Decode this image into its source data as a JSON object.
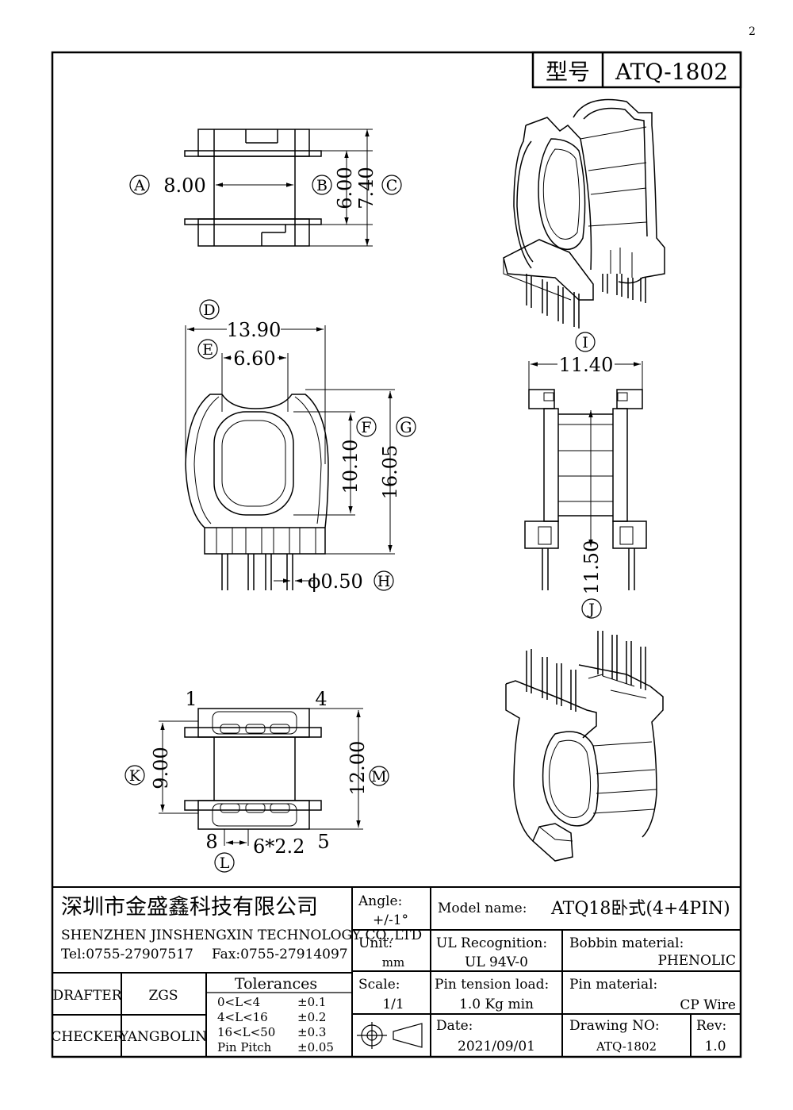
{
  "corner_mark": "2",
  "model_box": {
    "label": "型号",
    "value": "ATQ-1802"
  },
  "dimensions": {
    "A": {
      "letter": "A",
      "value": "8.00"
    },
    "B": {
      "letter": "B",
      "value": "6.00"
    },
    "C": {
      "letter": "C",
      "value": "7.40"
    },
    "D": {
      "letter": "D",
      "value": "13.90"
    },
    "E": {
      "letter": "E",
      "value": "6.60"
    },
    "F": {
      "letter": "F",
      "value": "10.10"
    },
    "G": {
      "letter": "G",
      "value": "16.05"
    },
    "H": {
      "letter": "H",
      "value": "ϕ0.50"
    },
    "I": {
      "letter": "I",
      "value": "11.40"
    },
    "J": {
      "letter": "J",
      "value": "11.50"
    },
    "K": {
      "letter": "K",
      "value": "9.00"
    },
    "L": {
      "letter": "L",
      "value": "6*2.2"
    },
    "M": {
      "letter": "M",
      "value": "12.00"
    }
  },
  "pin_numbers": {
    "p1": "1",
    "p4": "4",
    "p5": "5",
    "p8": "8"
  },
  "title_block": {
    "company_cn": "深圳市金盛鑫科技有限公司",
    "company_en": "SHENZHEN JINSHENGXIN TECHNOLOGY CO.,LTD",
    "tel": "Tel:0755-27907517",
    "fax": "Fax:0755-27914097",
    "drafter_label": "DRAFTER",
    "drafter": "ZGS",
    "checker_label": "CHECKER",
    "checker": "YANGBOLIN",
    "tolerances_title": "Tolerances",
    "tolerances": [
      {
        "range": "0<L<4",
        "value": "±0.1"
      },
      {
        "range": "4<L<16",
        "value": "±0.2"
      },
      {
        "range": "16<L<50",
        "value": "±0.3"
      },
      {
        "range": "Pin Pitch",
        "value": "±0.05"
      }
    ],
    "angle_label": "Angle:",
    "angle_value": "+/-1°",
    "unit_label": "Unit:",
    "unit_value": "mm",
    "scale_label": "Scale:",
    "scale_value": "1/1",
    "model_name_label": "Model name:",
    "model_name": "ATQ18卧式(4+4PIN)",
    "ul_label": "UL Recognition:",
    "ul_value": "UL 94V-0",
    "bobbin_label": "Bobbin material:",
    "bobbin_value": "PHENOLIC",
    "pin_tension_label": "Pin tension load:",
    "pin_tension_value": "1.0 Kg min",
    "pin_material_label": "Pin material:",
    "pin_material_value": "CP Wire",
    "date_label": "Date:",
    "date_value": "2021/09/01",
    "drawing_no_label": "Drawing NO:",
    "drawing_no": "ATQ-1802",
    "rev_label": "Rev:",
    "rev_value": "1.0"
  }
}
